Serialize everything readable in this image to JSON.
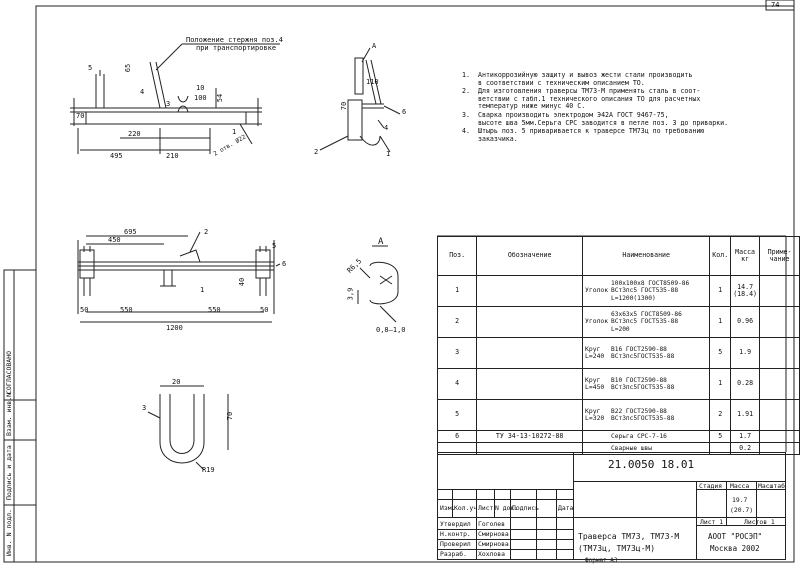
{
  "page_number": "74",
  "format": "Формат А3",
  "side_stamp": {
    "agreed": "СОГЛАСОВАНО",
    "inv_swap": "Взам. инв.N",
    "sign_date": "Подпись и дата",
    "inv_orig": "Инв. N подл."
  },
  "drawing_labels": {
    "position_note_1": "Положение стержня поз.4",
    "position_note_2": "при транспортировке",
    "pos1": "1",
    "pos2": "2",
    "pos3": "3",
    "pos4": "4",
    "pos5": "5",
    "pos6": "6",
    "pos10": "10",
    "dim_495": "495",
    "dim_210": "210",
    "dim_220": "220",
    "dim_54": "54",
    "dim_65": "65",
    "dim_110": "110",
    "dim_100": "100",
    "dim_70": "70",
    "dim_side": "70",
    "weld": "2 отв. Ø22",
    "dim_695": "695",
    "dim_450": "450",
    "dim_550a": "550",
    "dim_550b": "550",
    "dim_1200": "1200",
    "dim_50a": "50",
    "dim_50b": "50",
    "dim_40": "40",
    "view_a_top": "A",
    "view_a": "A",
    "r65": "R6,5",
    "d39": "3,9",
    "r_gap": "0,8–1,0",
    "u_dim20": "20",
    "u_dim70": "70",
    "u_r19": "R19"
  },
  "notes": [
    {
      "n": "1.",
      "text": "Антикоррозийную защиту и вывоз жести стали производить\nв соответствии с техническим описанием ТО."
    },
    {
      "n": "2.",
      "text": "Для изготовления траверсы ТМ73-М применять сталь в соот-\nветствии с табл.1 технического описания ТО для расчетных\nтемператур ниже минус 40 С."
    },
    {
      "n": "3.",
      "text": "Сварка производить электродом Э42А ГОСТ 9467-75,\nвысоте шва 5мм.Серьга СРС заводится в петле поз. 3 до приварки."
    },
    {
      "n": "4.",
      "text": "Штырь поз. 5 приваривается к траверсе ТМ73ц по требованию\nзаказчика."
    }
  ],
  "spec": {
    "headers": {
      "pos": "Поз.",
      "designation": "Обозначение",
      "name": "Наименование",
      "qty": "Кол.",
      "mass": "Масса\nкг",
      "note": "Приме-\nчание"
    },
    "rows": [
      {
        "pos": "1",
        "designation": "",
        "kind": "Уголок",
        "spec": "100х100х8 ГОСТ8509-86\nВСт3пс5 ГОСТ535-88\nL=1200(1300)",
        "qty": "1",
        "mass": "14.7\n(18.4)",
        "note": ""
      },
      {
        "pos": "2",
        "designation": "",
        "kind": "Уголок",
        "spec": "63х63х5 ГОСТ8509-86\nВСт3пс5 ГОСТ535-88\nL=200",
        "qty": "1",
        "mass": "0.96",
        "note": ""
      },
      {
        "pos": "3",
        "designation": "",
        "kind": "Круг\nL=240",
        "spec": "В16 ГОСТ2590-88\nВСт3пс5ГОСТ535-88",
        "qty": "5",
        "mass": "1.9",
        "note": ""
      },
      {
        "pos": "4",
        "designation": "",
        "kind": "Круг\nL=450",
        "spec": "В10 ГОСТ2590-88\nВСт3пс5ГОСТ535-88",
        "qty": "1",
        "mass": "0.28",
        "note": ""
      },
      {
        "pos": "5",
        "designation": "",
        "kind": "Круг\nL=320",
        "spec": "В22 ГОСТ2590-88\nВСт3пс5ГОСТ535-88",
        "qty": "2",
        "mass": "1.91",
        "note": ""
      },
      {
        "pos": "6",
        "designation": "ТУ 34-13-10272-88",
        "kind": "",
        "spec": "Серьга СРС-7-16",
        "qty": "5",
        "mass": "1.7",
        "note": ""
      },
      {
        "pos": "",
        "designation": "",
        "kind": "",
        "spec": "Сварные швы",
        "qty": "",
        "mass": "0.2",
        "note": ""
      }
    ]
  },
  "title_block": {
    "code": "21.0050  18.01",
    "col_headers": [
      "Изм.",
      "Кол.уч",
      "Лист",
      "N док.",
      "Подпись",
      "Дата"
    ],
    "roles": [
      {
        "role": "Утвердил",
        "name": "Гоголев"
      },
      {
        "role": "Н.контр.",
        "name": "Смирнова"
      },
      {
        "role": "Проверил",
        "name": "Смирнова"
      },
      {
        "role": "Разраб.",
        "name": "Хохлова"
      }
    ],
    "title_line1": "Траверса ТМ73, ТМ73-М",
    "title_line2": "(ТМ73ц, ТМ73ц-М)",
    "stage": "Стадия",
    "mass_label": "Масса",
    "scale_label": "Масштаб",
    "mass_value": "19.7",
    "mass_value2": "(20.7)",
    "sheet": "Лист 1",
    "sheets": "Листов  1",
    "org1": "АООТ \"РОСЭП\"",
    "org2": "Москва 2002"
  }
}
